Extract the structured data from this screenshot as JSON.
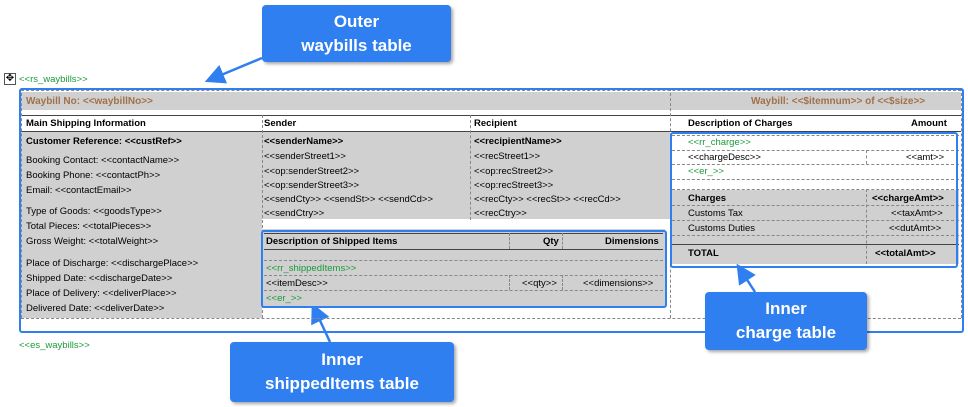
{
  "callouts": {
    "outer": [
      "Outer",
      "waybills table"
    ],
    "inner_charge": [
      "Inner",
      "charge table"
    ],
    "inner_shipped": [
      "Inner",
      "shippedItems table"
    ]
  },
  "tags": {
    "rs_waybills": "<<rs_waybills>>",
    "es_waybills": "<<es_waybills>>",
    "rr_charge": "<<rr_charge>>",
    "er_charge": "<<er_>>",
    "rr_shipped": "<<rr_shippedItems>>",
    "er_shipped": "<<er_>>"
  },
  "waybill_header": {
    "left": "Waybill No: <<waybillNo>>",
    "right": "Waybill: <<$itemnum>> of <<$size>>"
  },
  "columns": {
    "main": "Main Shipping Information",
    "sender": "Sender",
    "recipient": "Recipient",
    "description_charges": "Description of Charges",
    "amount": "Amount"
  },
  "main_info": {
    "customer_ref": "Customer Reference: <<custRef>>",
    "booking_contact": "Booking Contact: <<contactName>>",
    "booking_phone": "Booking Phone: <<contactPh>>",
    "email": "Email: <<contactEmail>>",
    "type_of_goods": "Type of Goods: <<goodsType>>",
    "total_pieces": "Total Pieces:  <<totalPieces>>",
    "gross_weight": "Gross Weight: <<totalWeight>>",
    "place_of_discharge": "Place of Discharge: <<dischargePlace>>",
    "shipped_date": "Shipped Date: <<dischargeDate>>",
    "place_of_delivery": "Place of Delivery: <<deliverPlace>>",
    "delivered_date": "Delivered Date:  <<deliverDate>>"
  },
  "sender": {
    "name": "<<senderName>>",
    "street1": "<<senderStreet1>>",
    "street2": "<<op:senderStreet2>>",
    "street3": "<<op:senderStreet3>>",
    "city_line": "<<sendCty>> <<sendSt>> <<sendCd>>",
    "country": "<<sendCtry>>"
  },
  "recipient": {
    "name": "<<recipientName>>",
    "street1": "<<recStreet1>>",
    "street2": "<<op:recStreet2>>",
    "street3": "<<op:recStreet3>>",
    "city_line": "<<recCty>> <<recSt>> <<recCd>>",
    "country": "<<recCtry>>"
  },
  "shipped_items": {
    "header_desc": "Description of Shipped Items",
    "header_qty": "Qty",
    "header_dims": "Dimensions",
    "item_desc": "<<itemDesc>>",
    "item_qty": "<<qty>>",
    "item_dims": "<<dimensions>>"
  },
  "charges": {
    "charge_desc": "<<chargeDesc>>",
    "charge_amt": "<<amt>>",
    "charges_label": "Charges",
    "charges_amt": "<<chargeAmt>>",
    "customs_tax_label": "Customs Tax",
    "customs_tax_amt": "<<taxAmt>>",
    "customs_duties_label": "Customs Duties",
    "customs_duties_amt": "<<dutAmt>>",
    "total_label": "TOTAL",
    "total_amt": "<<totalAmt>>"
  }
}
